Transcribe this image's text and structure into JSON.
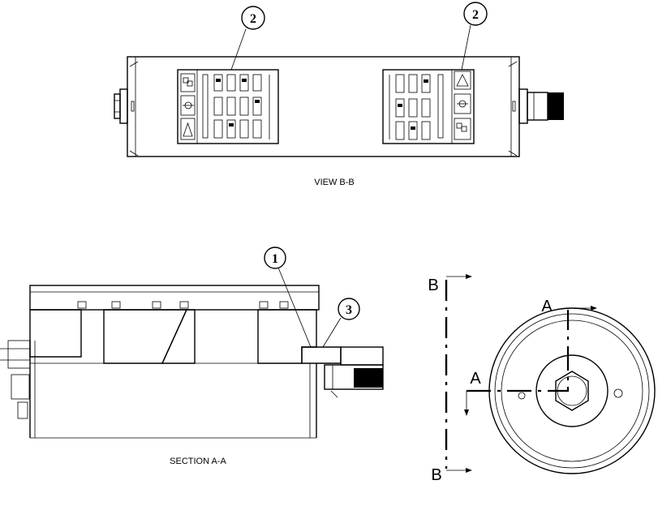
{
  "callouts": {
    "c1": "2",
    "c2": "2",
    "c3": "1",
    "c4": "3"
  },
  "labels": {
    "view_bb": "VIEW B-B",
    "section_aa": "SECTION A-A",
    "b_top": "B",
    "b_bottom": "B",
    "a_top": "A",
    "a_left": "A"
  },
  "colors": {
    "line": "#000000",
    "background": "#ffffff"
  }
}
